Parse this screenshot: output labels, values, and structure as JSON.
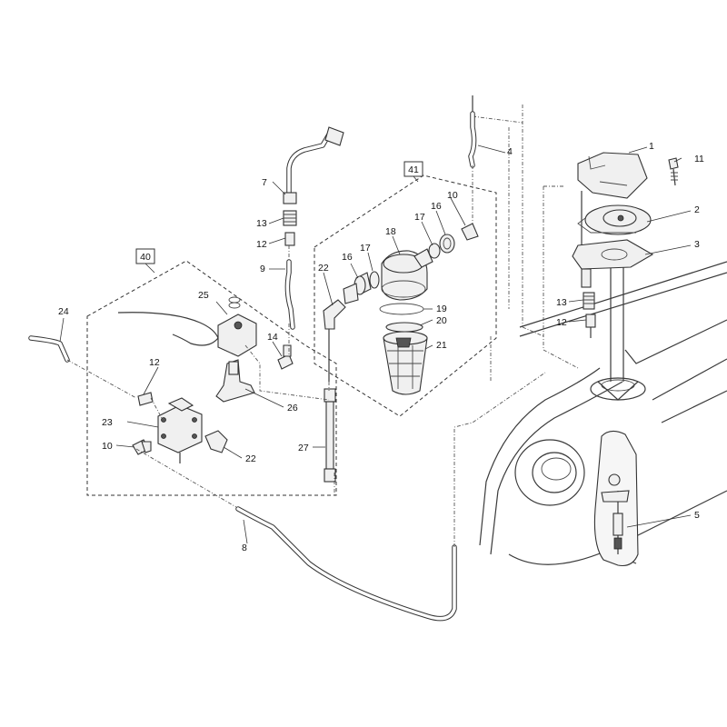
{
  "diagram": {
    "callouts": {
      "c1": "1",
      "c2": "2",
      "c3": "3",
      "c4": "4",
      "c5": "5",
      "c7": "7",
      "c8": "8",
      "c9": "9",
      "c10a": "10",
      "c10b": "10",
      "c11": "11",
      "c12a": "12",
      "c12b": "12",
      "c12c": "12",
      "c13a": "13",
      "c13b": "13",
      "c14": "14",
      "c16a": "16",
      "c16b": "16",
      "c17a": "17",
      "c17b": "17",
      "c18": "18",
      "c19": "19",
      "c20": "20",
      "c21": "21",
      "c22a": "22",
      "c22b": "22",
      "c23": "23",
      "c24": "24",
      "c25": "25",
      "c26": "26",
      "c27": "27"
    },
    "groups": {
      "g40": "40",
      "g41": "41"
    }
  }
}
